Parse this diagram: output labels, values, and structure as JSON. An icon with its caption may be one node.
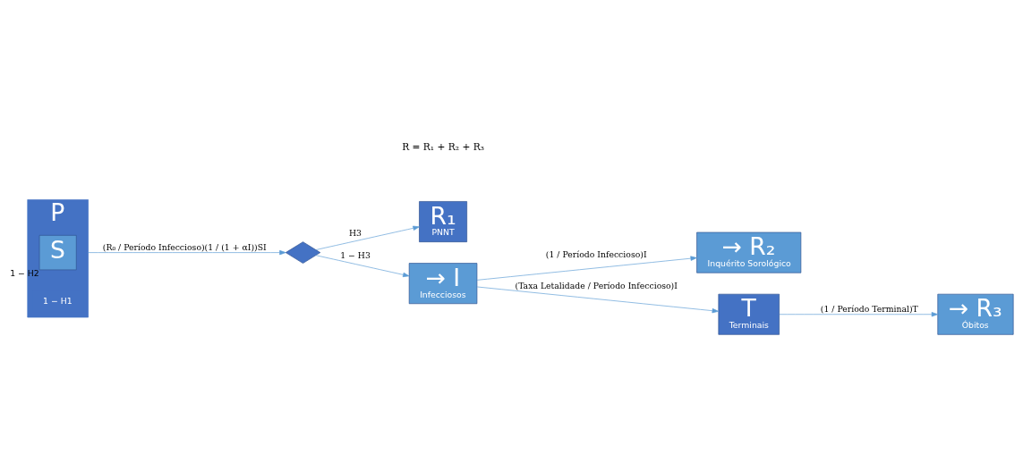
{
  "diagram": {
    "nodes": [
      {
        "text": [
          "P"
        ],
        "beside": [
          "1 − H1"
        ]
      },
      {
        "text": [
          "S"
        ],
        "in": 0,
        "beside": [
          "1 − H2"
        ]
      },
      {
        "text": [],
        "shape": "diamond"
      },
      {
        "text": [
          "R₁",
          "PNNT"
        ]
      },
      {
        "text": [
          "→ I",
          "Infecciosos"
        ]
      },
      {
        "text": [
          "→ R₂",
          "Inquérito Sorológico"
        ]
      },
      {
        "text": [
          "T",
          "Terminais"
        ]
      },
      {
        "text": [
          "→ R₃",
          "Óbitos"
        ]
      }
    ],
    "edges": [
      {
        "from": 0,
        "to": 2,
        "arrow": "to",
        "label": "(R₀ / Período Infeccioso)(1 / (1 + αI))SI"
      },
      {
        "from": 2,
        "to": 3,
        "arrow": "to",
        "label": "H3"
      },
      {
        "from": 2,
        "to": 4,
        "arrow": "to",
        "label": "1 − H3"
      },
      {
        "from": 4,
        "to": 5,
        "arrow": "to",
        "label": "(1 / Período Infeccioso)I"
      },
      {
        "from": 4,
        "to": 6,
        "arrow": "to",
        "label": "(Taxa Letalidade / Período Infeccioso)I"
      },
      {
        "from": 6,
        "to": 7,
        "arrow": "to",
        "label": "(1 / Período Terminal)T"
      }
    ],
    "labels": [
      "R = R₁ + R₂ + R₃"
    ]
  }
}
